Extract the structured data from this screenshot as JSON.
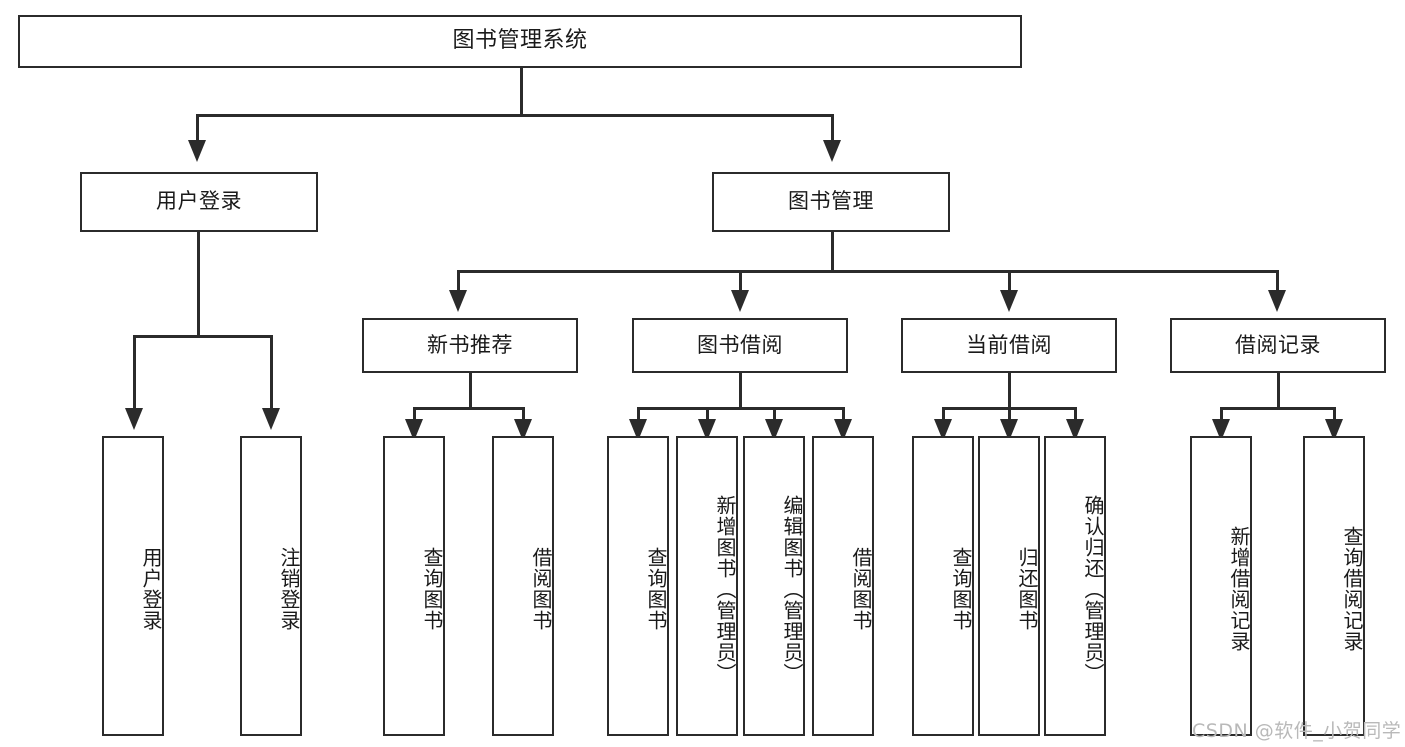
{
  "diagram": {
    "title": "图书管理系统",
    "type": "hierarchy-tree",
    "watermark": "CSDN @软件_小贺同学",
    "accent_color": "#2b2b2b",
    "background_color": "#ffffff",
    "watermark_color": "#b9b9b9"
  },
  "root": {
    "label": "图书管理系统"
  },
  "level2": [
    {
      "id": "user-login",
      "label": "用户登录"
    },
    {
      "id": "book-management",
      "label": "图书管理"
    }
  ],
  "level3": [
    {
      "id": "new-book-recommend",
      "label": "新书推荐",
      "parent": "book-management"
    },
    {
      "id": "book-borrow",
      "label": "图书借阅",
      "parent": "book-management"
    },
    {
      "id": "current-borrow",
      "label": "当前借阅",
      "parent": "book-management"
    },
    {
      "id": "borrow-record",
      "label": "借阅记录",
      "parent": "book-management"
    }
  ],
  "leaves": {
    "user_login": [
      {
        "id": "leaf-user-login",
        "label": "用户登录"
      },
      {
        "id": "leaf-user-logout",
        "label": "注销登录"
      }
    ],
    "new_book_recommend": [
      {
        "id": "leaf-query-book-1",
        "label": "查询图书"
      },
      {
        "id": "leaf-borrow-book-1",
        "label": "借阅图书"
      }
    ],
    "book_borrow": [
      {
        "id": "leaf-query-book-2",
        "label": "查询图书"
      },
      {
        "id": "leaf-add-book",
        "label": "新增图书（管理员）"
      },
      {
        "id": "leaf-edit-book",
        "label": "编辑图书（管理员）"
      },
      {
        "id": "leaf-borrow-book-2",
        "label": "借阅图书"
      }
    ],
    "current_borrow": [
      {
        "id": "leaf-query-book-3",
        "label": "查询图书"
      },
      {
        "id": "leaf-return-book",
        "label": "归还图书"
      },
      {
        "id": "leaf-confirm-return",
        "label": "确认归还（管理员）"
      }
    ],
    "borrow_record": [
      {
        "id": "leaf-add-record",
        "label": "新增借阅记录"
      },
      {
        "id": "leaf-query-record",
        "label": "查询借阅记录"
      }
    ]
  }
}
